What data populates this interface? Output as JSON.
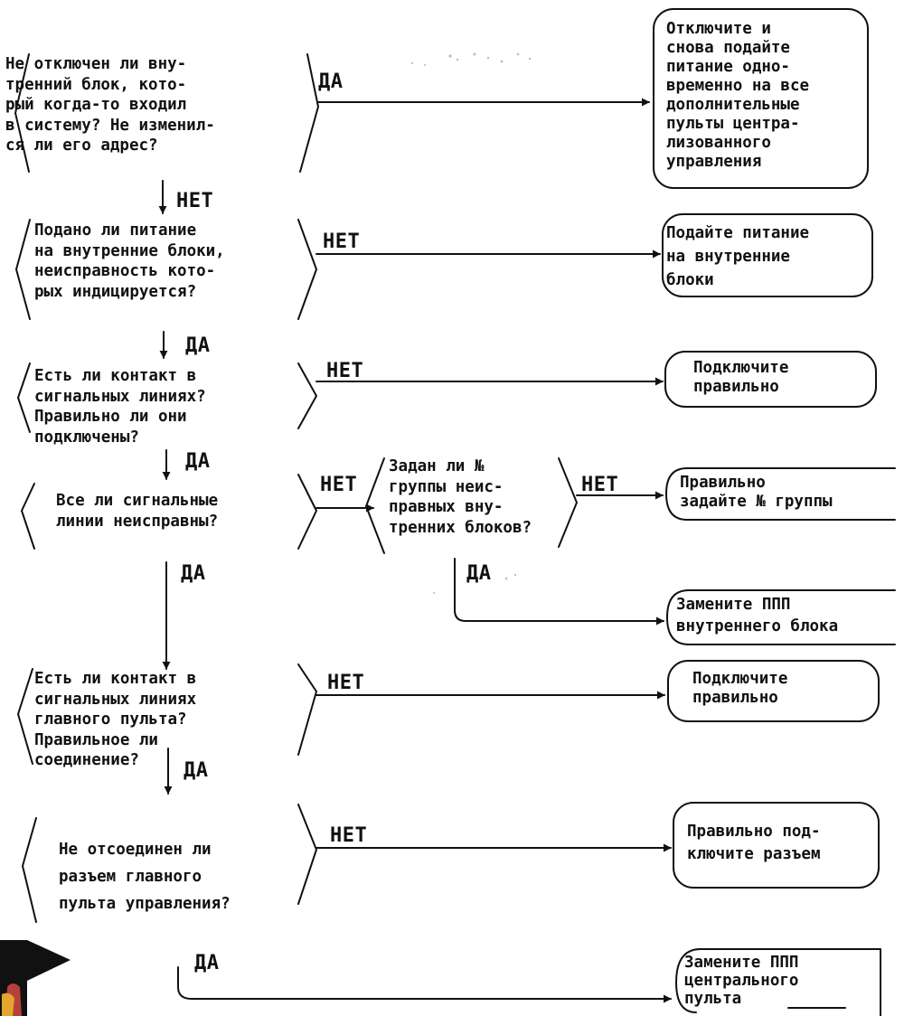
{
  "questions": {
    "q1": "Не отключен ли вну-\nтренний блок, кото-\nрый когда-то входил\nв систему? Не изменил-\nся ли его адрес?",
    "q2": "Подано ли питание\nна внутренние блоки,\nнеисправность кото-\nрых индицируется?",
    "q3": "Есть ли контакт в\nсигнальных линиях?\nПравильно ли они\nподключены?",
    "q4": "Все ли сигнальные\nлинии неисправны?",
    "q5": "Задан ли №\nгруппы неис-\nправных вну-\nтренних блоков?",
    "q6": "Есть ли контакт в\nсигнальных линиях\nглавного пульта?\nПравильное ли\nсоединение?",
    "q7": "Не отсоединен ли\nразъем главного\nпульта управления?"
  },
  "actions": {
    "a1": "Отключите и\nснова подайте\nпитание одно-\nвременно на все\nдополнительные\nпульты центра-\nлизованного\nуправления",
    "a2": "Подайте питание\nна внутренние\nблоки",
    "a3": "Подключите\nправильно",
    "a4": "Правильно\nзадайте № группы",
    "a5": "Замените ППП\nвнутреннего блока",
    "a6": "Подключите\nправильно",
    "a7": "Правильно под-\nключите разъем",
    "a8": "Замените ППП\nцентрального\nпульта"
  },
  "labels": {
    "yes": "ДА",
    "no": "НЕТ"
  },
  "colors": {
    "ink": "#111111",
    "background": "#ffffff",
    "icon_red": "#b5413a",
    "icon_yellow": "#e3a52c"
  }
}
